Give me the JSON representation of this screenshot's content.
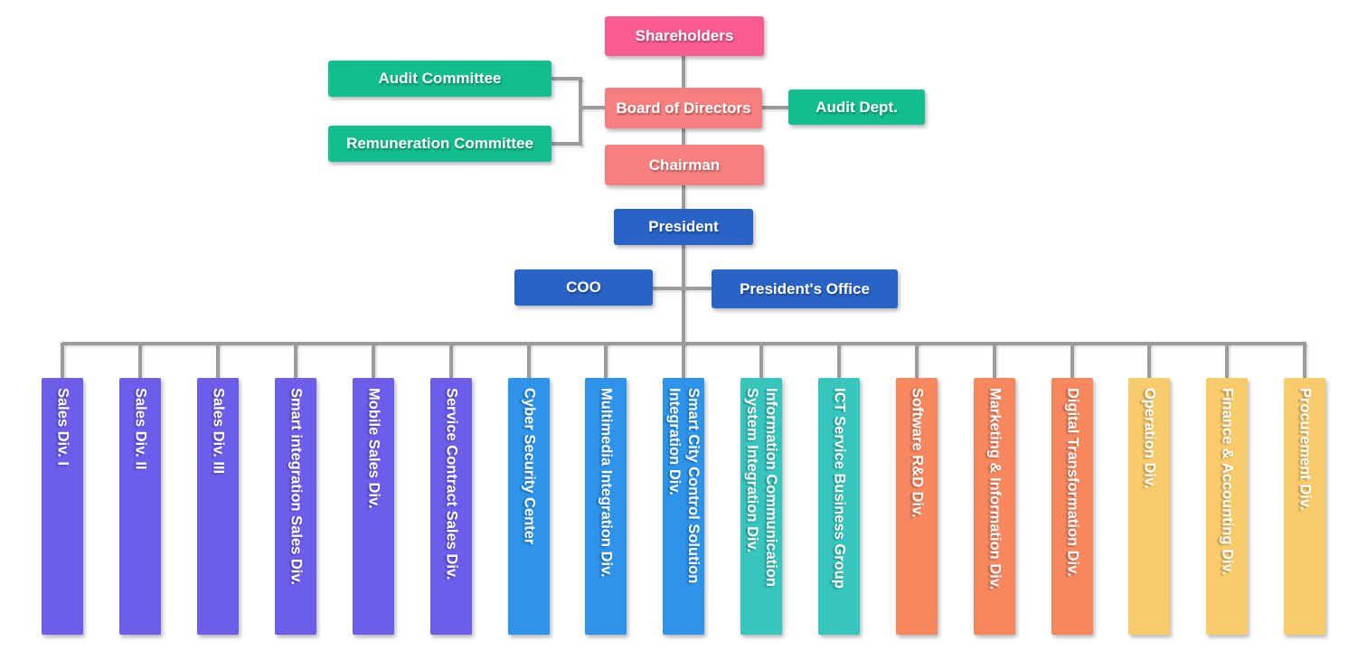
{
  "org": {
    "governance": {
      "shareholders": "Shareholders",
      "audit_committee": "Audit Committee",
      "remuneration_committee": "Remuneration Committee",
      "board_of_directors": "Board of Directors",
      "audit_dept": "Audit Dept.",
      "chairman": "Chairman",
      "president": "President",
      "coo": "COO",
      "presidents_office": "President's Office"
    },
    "divisions": [
      {
        "label": "Sales Div. I",
        "group": "purple"
      },
      {
        "label": "Sales Div. II",
        "group": "purple"
      },
      {
        "label": "Sales Div. III",
        "group": "purple"
      },
      {
        "label": "Smart integration Sales Div.",
        "group": "purple"
      },
      {
        "label": "Mobile Sales Div.",
        "group": "purple"
      },
      {
        "label": "Service Contract Sales Div.",
        "group": "purple"
      },
      {
        "label": "Cyber Security Center",
        "group": "sky"
      },
      {
        "label": "Multimedia Integration Div.",
        "group": "sky"
      },
      {
        "label": "Smart City Control Solution\nIntegration Div.",
        "group": "sky"
      },
      {
        "label": "Information Communication\nSystem Integration Div.",
        "group": "teal"
      },
      {
        "label": "ICT Service Business Group",
        "group": "teal"
      },
      {
        "label": "Software R&D Div.",
        "group": "orange"
      },
      {
        "label": "Marketing & Information Div.",
        "group": "orange"
      },
      {
        "label": "Digital Transformation Div.",
        "group": "orange"
      },
      {
        "label": "Operation Div.",
        "group": "amber"
      },
      {
        "label": "Finance & Accounting Div.",
        "group": "amber"
      },
      {
        "label": "Procurement Div.",
        "group": "amber"
      }
    ],
    "colors": {
      "pink": "#F85C90",
      "salmon": "#F87F7F",
      "green": "#12BE8D",
      "royal_blue": "#2A63C6",
      "purple": "#6C5EEB",
      "sky_blue": "#2D94EA",
      "teal": "#37C6BD",
      "orange": "#F7875F",
      "amber": "#FACB6B",
      "connector_gray": "#9C9C9C"
    }
  }
}
